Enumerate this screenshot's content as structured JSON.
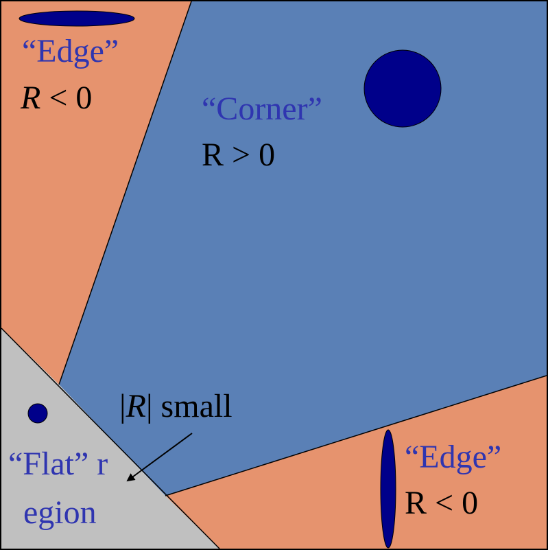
{
  "colors": {
    "corner_region": "#5a80b6",
    "edge_region": "#e6936e",
    "flat_region": "#c0c0c0",
    "ellipse_fill": "#00008a",
    "label_blue": "#2f35b0",
    "label_black": "#000000",
    "border": "#000000"
  },
  "labels": {
    "edge_top": {
      "title": "“Edge”",
      "r_symbol": "R",
      "r_condition": " < 0"
    },
    "corner": {
      "title": "“Corner”",
      "r_condition": "R > 0"
    },
    "edge_bottom": {
      "title": "“Edge”",
      "r_condition": "R < 0"
    },
    "flat": {
      "line1": "“Flat” r",
      "line2": "egion"
    },
    "r_small": {
      "bar_open": "|",
      "r_symbol": "R",
      "bar_close_text": "| small"
    }
  }
}
